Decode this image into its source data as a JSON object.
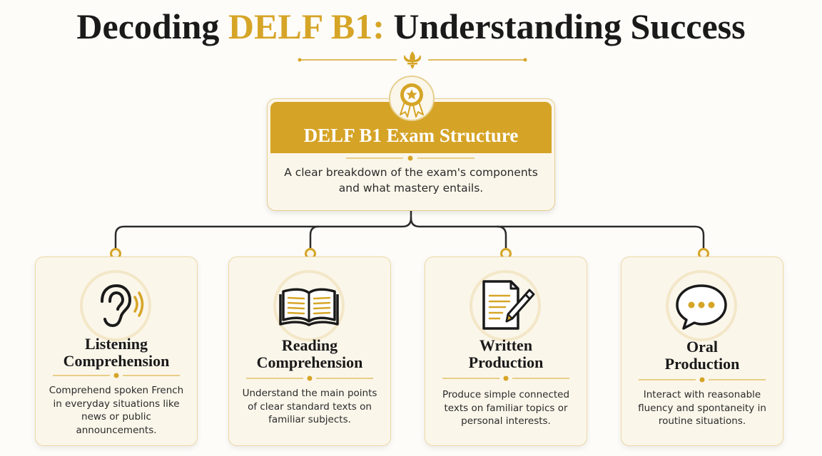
{
  "title": {
    "prefix": "Decoding ",
    "accent": "DELF B1:",
    "suffix": " Understanding Success"
  },
  "colors": {
    "accent": "#d6a527",
    "card_bg": "#fbf6ea",
    "text": "#1a1a1a"
  },
  "hub": {
    "icon": "award-medal-icon",
    "title": "DELF B1 Exam Structure",
    "description": "A clear breakdown of the exam's components and what mastery entails."
  },
  "components": [
    {
      "icon": "ear-listening-icon",
      "title_line1": "Listening",
      "title_line2": "Comprehension",
      "description": "Comprehend spoken French in everyday situations like news or public announcements."
    },
    {
      "icon": "open-book-icon",
      "title_line1": "Reading",
      "title_line2": "Comprehension",
      "description": "Understand the main points of clear standard texts on familiar subjects."
    },
    {
      "icon": "document-pen-icon",
      "title_line1": "Written",
      "title_line2": "Production",
      "description": "Produce simple connected texts on familiar topics or personal interests."
    },
    {
      "icon": "speech-bubble-icon",
      "title_line1": "Oral",
      "title_line2": "Production",
      "description": "Interact with reasonable fluency and spontaneity in routine situations."
    }
  ]
}
